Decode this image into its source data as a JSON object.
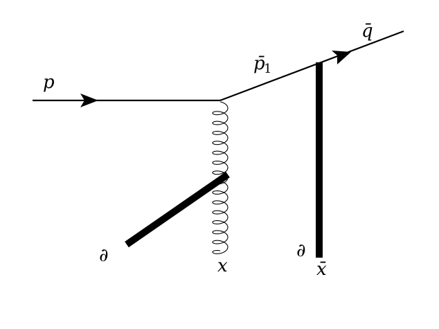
{
  "labels": {
    "incoming_momentum": "p",
    "intermediate_momentum": "p̄",
    "intermediate_subscript": "1",
    "outgoing_momentum": "q̄",
    "gluon_endpoint": "x",
    "shockwave_endpoint": "x̄",
    "boundary_left": "∂",
    "boundary_right": "∂"
  }
}
